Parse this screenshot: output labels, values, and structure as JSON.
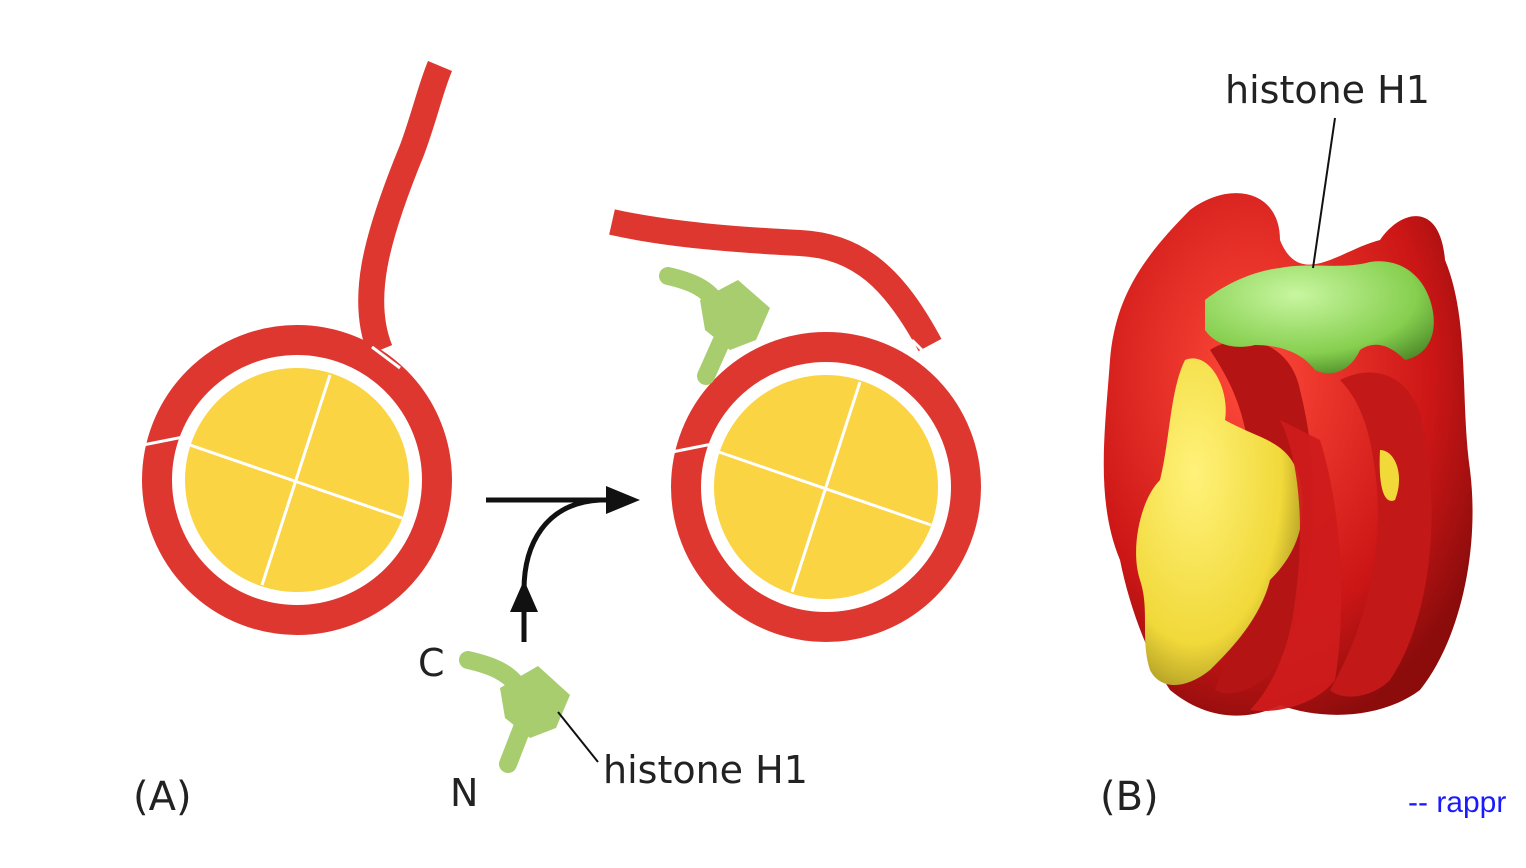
{
  "panel_a": {
    "label": "(A)",
    "terminal_c": "C",
    "terminal_n": "N",
    "protein_label": "histone H1"
  },
  "panel_b": {
    "label": "(B)",
    "protein_label": "histone H1"
  },
  "footer": {
    "link_text": "-- rappr"
  },
  "colors": {
    "dna": "#de3730",
    "dna_3d": "#d11c1c",
    "octamer": "#fbd443",
    "octamer_3d": "#f5e24a",
    "histone_h1": "#a8cd6e",
    "histone_h1_3d": "#8fd655",
    "arrow": "#111111",
    "footer_link": "#1a1aff"
  },
  "icons": {
    "arrow": "binding-arrow-icon"
  }
}
